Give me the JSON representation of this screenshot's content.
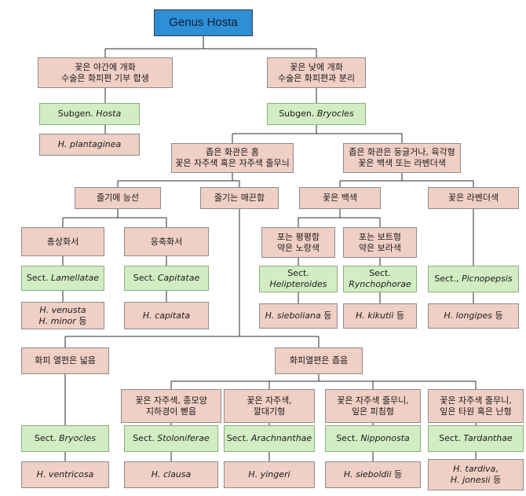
{
  "root": "Genus Hosta",
  "left_branch": {
    "criteria": [
      "꽃은 야간에 개화",
      "수술은 화피편 기부 합생"
    ],
    "subgenus": {
      "prefix": "Subgen. ",
      "name": "Hosta"
    },
    "species": "H. plantaginea"
  },
  "right_branch": {
    "criteria": [
      "꽃은 낮에 개화",
      "수술은 화피편과 분리"
    ],
    "subgenus": {
      "prefix": "Subgen. ",
      "name": "Bryocles"
    }
  },
  "narrow_tube": [
    "좁은 화관은 홈",
    "꽃은 자주색 혹은 자주색 줄무늬"
  ],
  "wide_tube": [
    "좁은 화관은 둥글거나, 육각형",
    "꽃은 백색 또는 라벤더색"
  ],
  "ridged_stem": "줄기에 능선",
  "smooth_stem": "줄기는 매끈함",
  "white_flower": "꽃은 백색",
  "lavender_flower": "꽃은 라벤더색",
  "racemose": "총상화서",
  "capitate": "응축화서",
  "flat_bract": [
    "포는 평평함",
    "약은 노랑색"
  ],
  "boat_bract": [
    "포는 보트형",
    "약은 보라색"
  ],
  "sections": {
    "lamellatae": {
      "prefix": "Sect. ",
      "name": "Lamellatae",
      "species": [
        "H. venusta",
        "H. minor"
      ],
      "suffix": "등"
    },
    "capitatae": {
      "prefix": "Sect. ",
      "name": "Capitatae",
      "species": [
        "H. capitata"
      ]
    },
    "helipteroides": {
      "prefix": "Sect.",
      "name": "Helipteroides",
      "species": [
        "H. sieboliana"
      ],
      "suffix": "등"
    },
    "rynchophorae": {
      "prefix": "Sect.",
      "name": "Rynchophorae",
      "species": [
        "H. kikutii"
      ],
      "suffix": "등"
    },
    "picnopepsis": {
      "prefix": "Sect., ",
      "name": "Picnopepsis",
      "species": [
        "H. longipes"
      ],
      "suffix": "등"
    },
    "bryocles": {
      "prefix": "Sect. ",
      "name": "Bryocles",
      "species": [
        "H. ventricosa"
      ]
    },
    "stoloniferae": {
      "prefix": "Sect. ",
      "name": "Stoloniferae",
      "species": [
        "H. clausa"
      ]
    },
    "arachnanthae": {
      "prefix": "Sect. ",
      "name": "Arachnanthae",
      "species": [
        "H. yingeri"
      ]
    },
    "nipponosta": {
      "prefix": "Sect. ",
      "name": "Nipponosta",
      "species": [
        "H. sieboldii"
      ],
      "suffix": "등"
    },
    "tardanthae": {
      "prefix": "Sect. ",
      "name": "Tardanthae",
      "species": [
        "H. tardiva",
        "H. jonesii"
      ],
      "suffix": "등"
    }
  },
  "wide_lobes": "화피 열편은 넓음",
  "narrow_lobes": "화피열편은 좁음",
  "stolon": [
    "꽃은 자주색, 종모양",
    "지하경이 뻗음"
  ],
  "spider": [
    "꽃은 자주색,",
    "깔대기형"
  ],
  "shiny_leaf": [
    "꽃은 자주색 줄무니,",
    "잎은 피침형"
  ],
  "oval_leaf": [
    "꽃은 자주색 줄무니,",
    "잎은 타원 혹은 난형"
  ]
}
